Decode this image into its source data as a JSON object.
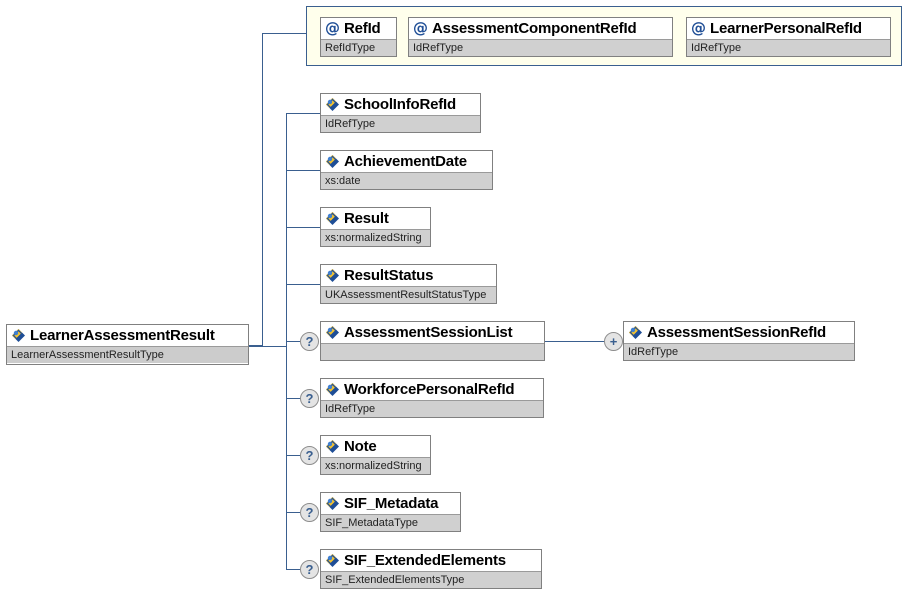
{
  "diagram": {
    "kind": "xml-schema-element-diagram",
    "root": {
      "name": "LearnerAssessmentResult",
      "type": "LearnerAssessmentResultType",
      "icon": "element-icon"
    },
    "attribute_group": {
      "icon": "at-icon",
      "attributes": [
        {
          "name": "RefId",
          "type": "RefIdType"
        },
        {
          "name": "AssessmentComponentRefId",
          "type": "IdRefType"
        },
        {
          "name": "LearnerPersonalRefId",
          "type": "IdRefType"
        }
      ]
    },
    "children": [
      {
        "name": "SchoolInfoRefId",
        "type": "IdRefType",
        "marker": "",
        "icon": "element-icon"
      },
      {
        "name": "AchievementDate",
        "type": "xs:date",
        "marker": "",
        "icon": "element-icon"
      },
      {
        "name": "Result",
        "type": "xs:normalizedString",
        "marker": "",
        "icon": "element-icon"
      },
      {
        "name": "ResultStatus",
        "type": "UKAssessmentResultStatusType",
        "marker": "",
        "icon": "element-icon"
      },
      {
        "name": "AssessmentSessionList",
        "type": "",
        "marker": "?",
        "icon": "element-icon"
      },
      {
        "name": "WorkforcePersonalRefId",
        "type": "IdRefType",
        "marker": "?",
        "icon": "element-icon"
      },
      {
        "name": "Note",
        "type": "xs:normalizedString",
        "marker": "?",
        "icon": "element-icon"
      },
      {
        "name": "SIF_Metadata",
        "type": "SIF_MetadataType",
        "marker": "?",
        "icon": "element-icon"
      },
      {
        "name": "SIF_ExtendedElements",
        "type": "SIF_ExtendedElementsType",
        "marker": "?",
        "icon": "element-icon"
      }
    ],
    "grandchild": {
      "name": "AssessmentSessionRefId",
      "type": "IdRefType",
      "marker": "+",
      "icon": "element-icon",
      "parent": "AssessmentSessionList"
    },
    "colors": {
      "connector": "#3a5f8f",
      "attribute_group_background": "#ffffec",
      "node_border": "#808080",
      "type_bar": "#d0d0d0",
      "marker_fill": "#e4e4e4",
      "marker_text": "#3a5f8f",
      "icon_blue": "#1f4e96",
      "icon_yellow": "#f2c230"
    }
  }
}
